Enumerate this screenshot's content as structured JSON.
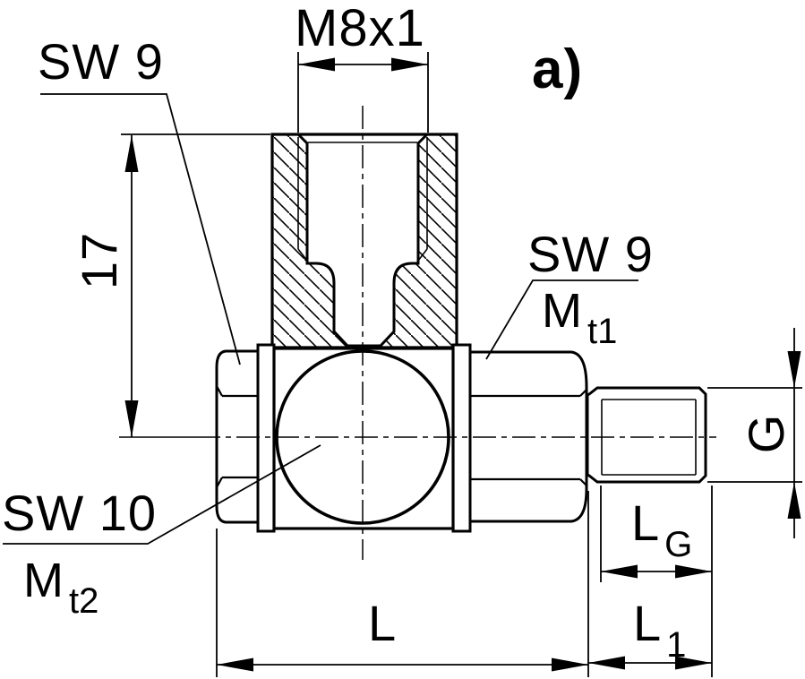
{
  "figure": {
    "variant_label": "a)"
  },
  "drawing": {
    "title": "swivel fitting cross-section",
    "labels": {
      "thread_top": "M8x1",
      "wrench_left": "SW 9",
      "wrench_right": "SW 9",
      "wrench_body": "SW 10",
      "torque1_main": "M",
      "torque1_sub": "t1",
      "torque2_main": "M",
      "torque2_sub": "t2"
    },
    "dimensions": {
      "height": "17",
      "thread_diameter": "G",
      "thread_length_main": "L",
      "thread_length_sub": "G",
      "stud_length_main": "L",
      "stud_length_sub": "1",
      "overall_length": "L"
    },
    "colors": {
      "line": "#000000",
      "background": "#ffffff"
    }
  }
}
